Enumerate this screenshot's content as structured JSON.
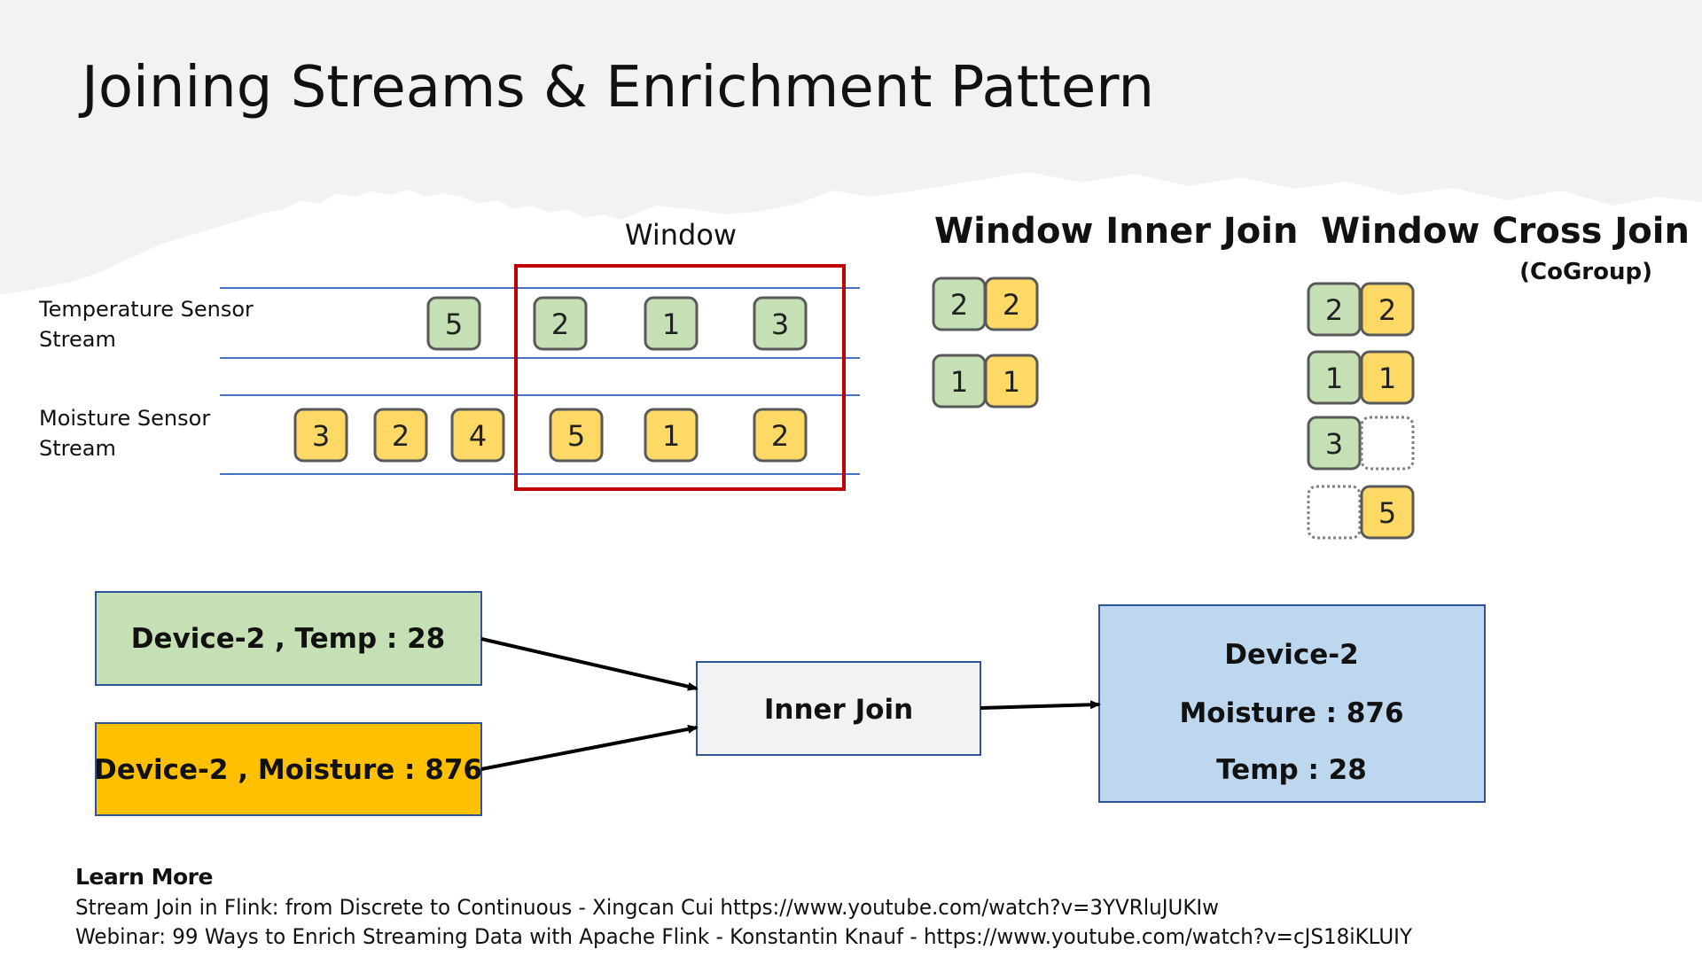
{
  "title": "Joining Streams & Enrichment Pattern",
  "colors": {
    "green": "#c5e0b4",
    "yellow": "#ffd966",
    "window_border": "#c00000",
    "stream_line": "#4472c4",
    "device_temp": "#c5e0b4",
    "device_moisture": "#ffc000",
    "inner_join": "#f2f2f2",
    "result": "#bdd7ee"
  },
  "stream_diagram": {
    "window_label": "Window",
    "streams": [
      {
        "label_line1": "Temperature Sensor",
        "label_line2": "Stream",
        "color": "green",
        "events": [
          "5",
          "2",
          "1",
          "3"
        ]
      },
      {
        "label_line1": "Moisture Sensor",
        "label_line2": "Stream",
        "color": "yellow",
        "events": [
          "3",
          "2",
          "4",
          "5",
          "1",
          "2"
        ]
      }
    ]
  },
  "inner_join": {
    "title": "Window Inner Join",
    "pairs": [
      [
        "2",
        "2"
      ],
      [
        "1",
        "1"
      ]
    ]
  },
  "cross_join": {
    "title": "Window Cross Join",
    "subtitle": "(CoGroup)",
    "pairs": [
      [
        "2",
        "2"
      ],
      [
        "1",
        "1"
      ],
      [
        "3",
        ""
      ],
      [
        "",
        "5"
      ]
    ]
  },
  "enrichment": {
    "temp_input": "Device-2 , Temp : 28",
    "moisture_input": "Device-2 , Moisture : 876",
    "operator": "Inner Join",
    "result_line1": "Device-2",
    "result_line2": "Moisture : 876",
    "result_line3": "Temp : 28"
  },
  "learn_more": {
    "heading": "Learn More",
    "line1": "Stream Join in Flink: from Discrete to Continuous - Xingcan Cui https://www.youtube.com/watch?v=3YVRluJUKIw",
    "line2": "Webinar: 99 Ways to Enrich Streaming Data with Apache Flink - Konstantin Knauf  - https://www.youtube.com/watch?v=cJS18iKLUIY"
  }
}
